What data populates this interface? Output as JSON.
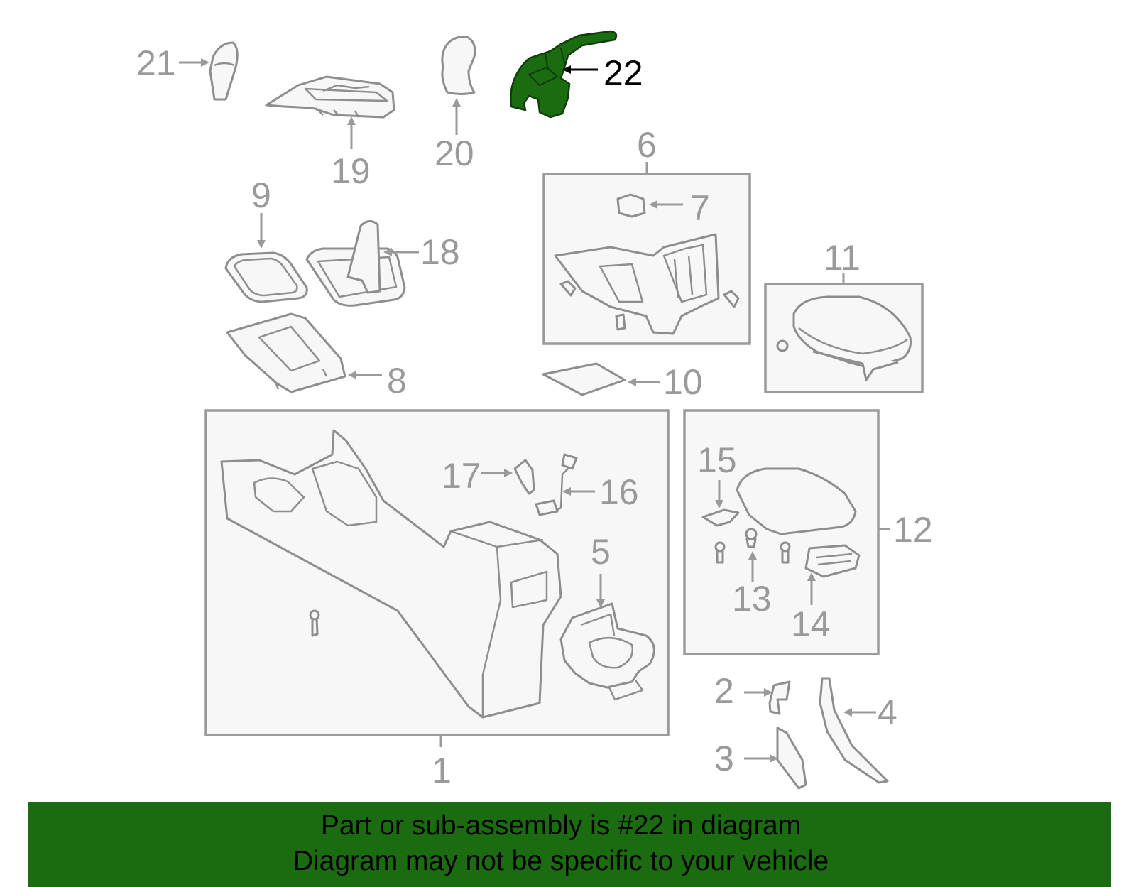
{
  "diagram": {
    "highlight_color": "#1b6b10",
    "line_color": "#9a9a9a",
    "callouts": {
      "c1": "1",
      "c2": "2",
      "c3": "3",
      "c4": "4",
      "c5": "5",
      "c6": "6",
      "c7": "7",
      "c8": "8",
      "c9": "9",
      "c10": "10",
      "c11": "11",
      "c12": "12",
      "c13": "13",
      "c14": "14",
      "c15": "15",
      "c16": "16",
      "c17": "17",
      "c18": "18",
      "c19": "19",
      "c20": "20",
      "c21": "21",
      "c22": "22"
    }
  },
  "banner": {
    "line1": "Part or sub-assembly is #22 in diagram",
    "line2": "Diagram may not be specific to your vehicle",
    "background": "#1b6b10"
  }
}
